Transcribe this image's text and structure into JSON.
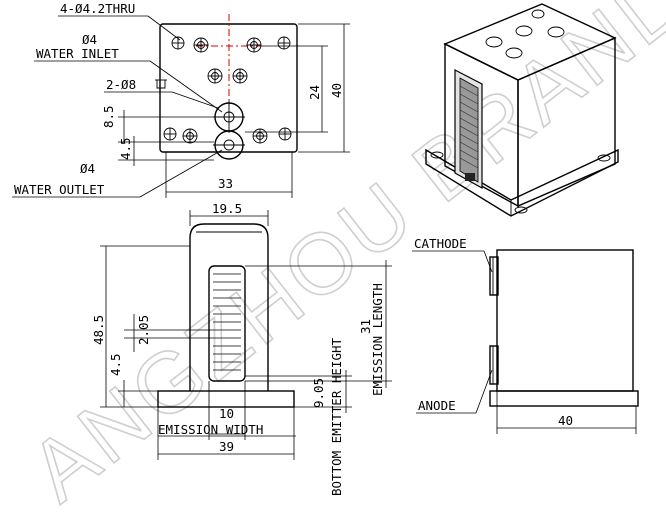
{
  "top_view": {
    "holes_label": "4-Ø4.2THRU",
    "inlet_dia": "Ø4",
    "inlet_label": "WATER INLET",
    "counterbore_label": "2-Ø8",
    "outlet_dia": "Ø4",
    "outlet_label": "WATER OUTLET",
    "dim_height_inner": "24",
    "dim_height_outer": "40",
    "dim_offset_upper": "8.5",
    "dim_offset_lower": "4.5",
    "dim_width": "33"
  },
  "front_view": {
    "dim_top_width": "19.5",
    "dim_height": "48.5",
    "dim_pitch": "2.05",
    "dim_base": "4.5",
    "dim_emission_length": "31",
    "emission_length_label": "EMISSION LENGTH",
    "bottom_emitter_label": "BOTTOM EMITTER HEIGHT",
    "dim_bottom_emitter": "9.05",
    "dim_emission_width": "10",
    "emission_width_label": "EMISSION WIDTH",
    "dim_base_width": "39"
  },
  "side_view": {
    "cathode_label": "CATHODE",
    "anode_label": "ANODE",
    "dim_width": "40"
  },
  "watermark": "ANGZHOU BRAND"
}
